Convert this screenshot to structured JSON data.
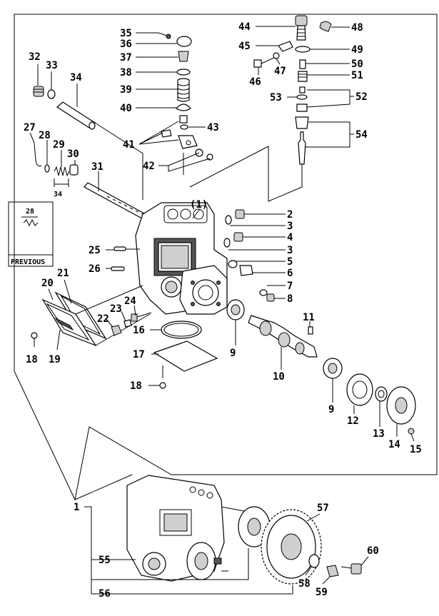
{
  "callouts": {
    "c1": "1",
    "c2": "2",
    "c3a": "3",
    "c3b": "3",
    "c4": "4",
    "c5": "5",
    "c6": "6",
    "c7": "7",
    "c8": "8",
    "c9a": "9",
    "c9b": "9",
    "c10": "10",
    "c11": "11",
    "c12": "12",
    "c13": "13",
    "c14": "14",
    "c15": "15",
    "c16": "16",
    "c17": "17",
    "c18a": "18",
    "c18b": "18",
    "c19": "19",
    "c20": "20",
    "c21": "21",
    "c22": "22",
    "c23": "23",
    "c24": "24",
    "c25": "25",
    "c26": "26",
    "c27": "27",
    "c28": "28",
    "c29": "29",
    "c30": "30",
    "c31": "31",
    "c32": "32",
    "c33": "33",
    "c34": "34",
    "c35": "35",
    "c36": "36",
    "c37": "37",
    "c38": "38",
    "c39": "39",
    "c40": "40",
    "c41": "41",
    "c42": "42",
    "c43": "43",
    "c44": "44",
    "c45": "45",
    "c46": "46",
    "c47": "47",
    "c48": "48",
    "c49": "49",
    "c50": "50",
    "c51": "51",
    "c52": "52",
    "c53": "53",
    "c54": "54",
    "c55": "55",
    "c56": "56",
    "c57": "57",
    "c58": "58",
    "c59": "59",
    "c60": "60"
  },
  "assembly_label": "(1)",
  "dimension_label": "34",
  "previous_box": {
    "label": "PREVIOUS",
    "part_number": "28"
  }
}
